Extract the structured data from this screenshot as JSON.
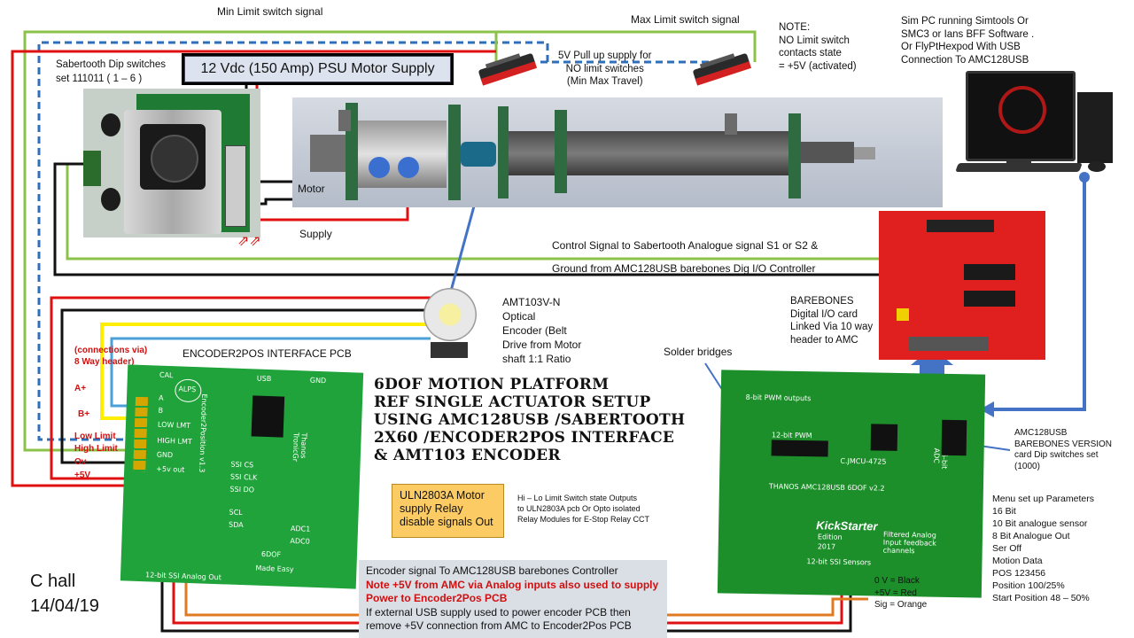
{
  "labels": {
    "min_limit": "Min Limit switch signal",
    "max_limit": "Max Limit switch signal",
    "note": [
      "NOTE:",
      "NO Limit switch",
      "contacts state",
      "= +5V (activated)"
    ],
    "sim_pc": [
      "Sim PC running Simtools Or",
      "SMC3 or Ians BFF Software .",
      "Or FlyPtHexpod With  USB",
      "Connection To AMC128USB"
    ],
    "sabertooth_dip": [
      "Sabertooth Dip switches",
      "set 111011 ( 1 – 6 )"
    ],
    "psu": "12 Vdc (150 Amp) PSU Motor Supply",
    "pullup": [
      "5V Pull up supply  for",
      "NO limit switches",
      "(Min Max Travel)"
    ],
    "motor": "Motor",
    "supply": "Supply",
    "control_signal": "Control Signal to Sabertooth Analogue signal S1 or S2  &",
    "ground": "Ground  from AMC128USB barebones Dig I/O Controller",
    "amt": [
      "AMT103V-N",
      "Optical",
      "Encoder (Belt",
      "Drive from Motor",
      "shaft 1:1 Ratio"
    ],
    "barebones": [
      "BAREBONES",
      "Digital I/O card",
      "Linked Via 10 way",
      "header to AMC"
    ],
    "solder_bridges": "Solder bridges",
    "connections": [
      "(connections  via)",
      "8 Way header)"
    ],
    "pins": [
      "A+",
      "B+",
      "Low Limit",
      "High Limit",
      "Ov",
      "+5V"
    ],
    "encoder2pos_pcb": "ENCODER2POS INTERFACE PCB",
    "title": [
      "6DOF MOTION PLATFORM",
      "REF SINGLE ACTUATOR SETUP",
      "USING  AMC128USB /SABERTOOTH",
      "2X60 /ENCODER2POS INTERFACE",
      "& AMT103  ENCODER"
    ],
    "amc_card": [
      "AMC128USB",
      "BAREBONES VERSION",
      "card  Dip switches set",
      "(1000)"
    ],
    "uln": "ULN2803A  Motor supply Relay disable signals Out",
    "hilo": [
      "Hi – Lo Limit Switch state Outputs",
      "to ULN2803A pcb Or Opto isolated",
      "Relay Modules for E-Stop Relay CCT"
    ],
    "menu": [
      "Menu set up Parameters",
      "16 Bit",
      "10 Bit analogue sensor",
      "8 Bit  Analogue Out",
      "Ser Off",
      "Motion Data",
      "POS 123456",
      "Position 100/25%",
      "Start Position 48 – 50%"
    ],
    "enc_signal": {
      "line1": "Encoder signal To AMC128USB barebones Controller",
      "note": "Note +5V from AMC via Analog inputs also used to supply Power to Encoder2Pos PCB",
      "rest": "If external USB supply used  to power encoder PCB then remove +5V connection from AMC to Encoder2Pos PCB"
    },
    "wiring": [
      "0 V   = Black",
      "+5V  = Red",
      "Sig   = Orange"
    ],
    "author": "C hall",
    "date": "14/04/19"
  },
  "pcb_text": {
    "encoder2pos": [
      "CAL",
      "ALPS",
      "USB",
      "GND",
      "A",
      "B",
      "LOW LMT",
      "HIGH LMT",
      "GND",
      "+5v out",
      "SSI CS",
      "SSI CLK",
      "SSI DO",
      "SCL",
      "SDA",
      "Thanos TronicGr",
      "Encoder2Position v1.3",
      "6DOF",
      "Made Easy",
      "12-bit SSI Analog Out",
      "ADC1",
      "ADC0"
    ],
    "amc": [
      "8-bit PWM outputs",
      "12-bit PWM",
      "C.JMCU-4725",
      "THANOS AMC128USB 6DOF v2.2",
      "KickStarter",
      "Edition",
      "2017",
      "Filtered Analog Input feedback channels",
      "12-bit SSI Sensors",
      "16-bit ADC"
    ]
  },
  "colors": {
    "red_wire": "#e01010",
    "black_wire": "#111111",
    "green_wire": "#8bc34a",
    "yellow_wire": "#ffee00",
    "blue_wire": "#4aa0d8",
    "dash_wire": "#2f6fba",
    "pcb_green": "#1fa33a",
    "amc_green": "#1c8f2a",
    "bb_red": "#e01f1f",
    "arrow_blue": "#4472c4"
  }
}
